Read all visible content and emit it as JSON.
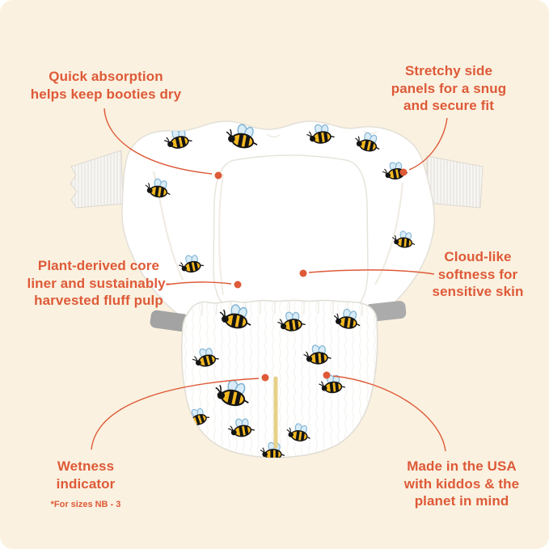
{
  "page": {
    "background_color": "#FAF1E0",
    "accent_color": "#DE5A38"
  },
  "illustration": {
    "subject": "cloth diaper with bee print, open back view and fastened front view",
    "colors": {
      "diaper_white": "#FFFFFF",
      "bee_body_yellow": "#F4B81F",
      "bee_stripe_black": "#141414",
      "bee_wing_blue": "#D9ECF7",
      "side_tab_gray": "#A3A3A3",
      "wetness_indicator_yellow": "#E6D188"
    }
  },
  "callouts": {
    "quick_absorption": {
      "text": "Quick absorption\nhelps keep booties dry"
    },
    "stretchy_panels": {
      "text": "Stretchy side\npanels for a snug\nand secure fit"
    },
    "plant_core": {
      "text": "Plant-derived core\nliner and sustainably-\nharvested fluff pulp"
    },
    "cloud_softness": {
      "text": "Cloud-like\nsoftness for\nsensitive skin"
    },
    "wetness": {
      "text": "Wetness\nindicator",
      "note": "*For sizes NB - 3"
    },
    "made_in_usa": {
      "text": "Made in the USA\nwith kiddos & the\nplanet in mind"
    }
  }
}
